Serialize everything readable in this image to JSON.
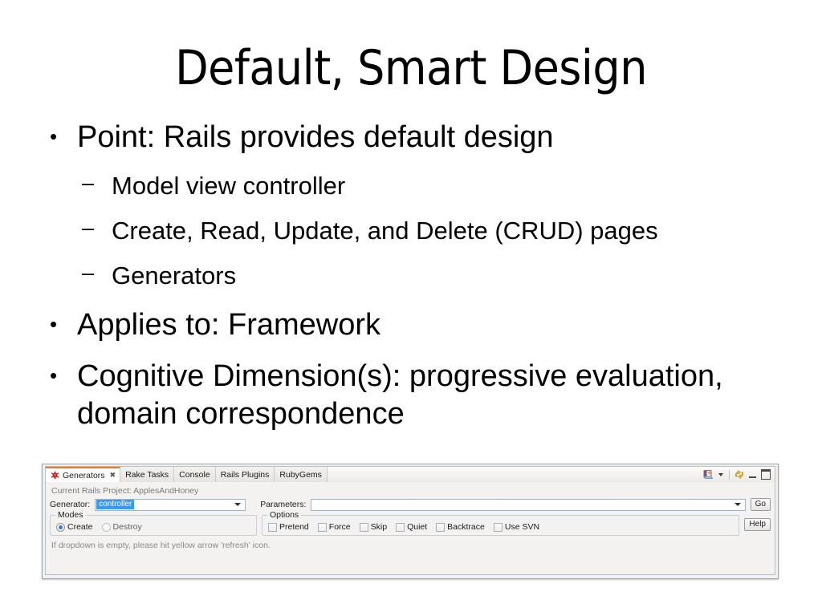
{
  "slide": {
    "title": "Default, Smart Design",
    "bullets": [
      {
        "level": 1,
        "marker": "•",
        "text": "Point: Rails provides default design"
      },
      {
        "level": 2,
        "marker": "–",
        "text": "Model view controller"
      },
      {
        "level": 2,
        "marker": "–",
        "text": "Create, Read, Update, and Delete (CRUD) pages"
      },
      {
        "level": 2,
        "marker": "–",
        "text": "Generators"
      },
      {
        "level": 1,
        "marker": "•",
        "text": "Applies to: Framework"
      },
      {
        "level": 1,
        "marker": "•",
        "text": "Cognitive Dimension(s): progressive evaluation, domain correspondence"
      }
    ]
  },
  "screenshot": {
    "tabs": [
      {
        "label": "Generators",
        "active": true,
        "icon": "red-bug-icon",
        "closable": true
      },
      {
        "label": "Rake Tasks",
        "active": false
      },
      {
        "label": "Console",
        "active": false
      },
      {
        "label": "Rails Plugins",
        "active": false
      },
      {
        "label": "RubyGems",
        "active": false
      }
    ],
    "toolbar": {
      "view_menu_icon": "view-menu-icon",
      "dropdown_icon": "chevron-down-icon",
      "refresh_icon": "yellow-refresh-arrow-icon",
      "minimize_icon": "minimize-icon",
      "maximize_icon": "maximize-icon"
    },
    "project_line": "Current Rails Project: ApplesAndHoney",
    "fields": {
      "generator_label": "Generator:",
      "generator_value": "controller",
      "parameters_label": "Parameters:",
      "parameters_value": "",
      "go_label": "Go",
      "help_label": "Help"
    },
    "modes": {
      "title": "Modes",
      "options": [
        {
          "label": "Create",
          "selected": true
        },
        {
          "label": "Destroy",
          "selected": false
        }
      ]
    },
    "options": {
      "title": "Options",
      "items": [
        {
          "label": "Pretend",
          "checked": false
        },
        {
          "label": "Force",
          "checked": false
        },
        {
          "label": "Skip",
          "checked": false
        },
        {
          "label": "Quiet",
          "checked": false
        },
        {
          "label": "Backtrace",
          "checked": false
        },
        {
          "label": "Use SVN",
          "checked": false
        }
      ]
    },
    "hint": "If dropdown is empty, please hit yellow arrow 'refresh' icon.",
    "colors": {
      "active_tab_accent": "#e87b26",
      "selection_blue": "#3399ff",
      "radio_dot": "#2f7fd6",
      "panel_bg": "#f3f2f0"
    }
  }
}
